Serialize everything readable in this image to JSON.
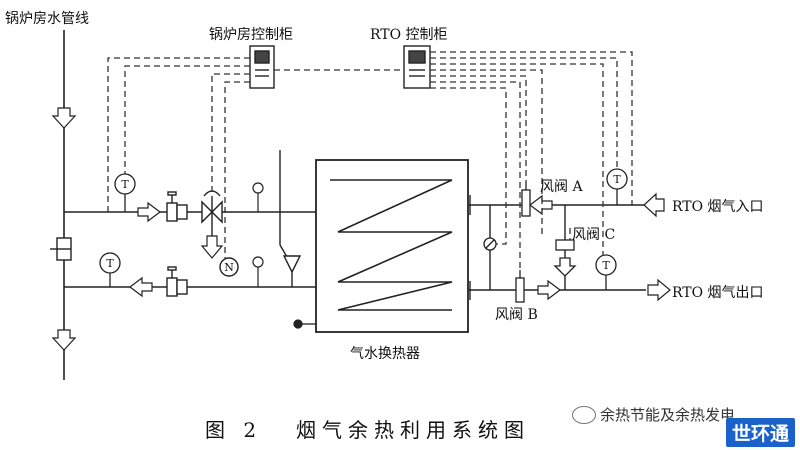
{
  "labels": {
    "boiler_water_line": "锅炉房水管线",
    "boiler_cabinet": "锅炉房控制柜",
    "rto_cabinet": "RTO 控制柜",
    "damper_a": "风阀 A",
    "damper_b": "风阀 B",
    "damper_c": "风阀 C",
    "rto_inlet": "RTO 烟气入口",
    "rto_outlet": "RTO 烟气出口",
    "exchanger": "气水换热器"
  },
  "instrument_letters": {
    "temperature": "T",
    "pump": "N"
  },
  "caption": {
    "number": "图 2",
    "title": "烟气余热利用系统图"
  },
  "watermark": {
    "text": "余热节能及余热发电",
    "brand": "世环通",
    "brand_color": "#1a62c9"
  }
}
